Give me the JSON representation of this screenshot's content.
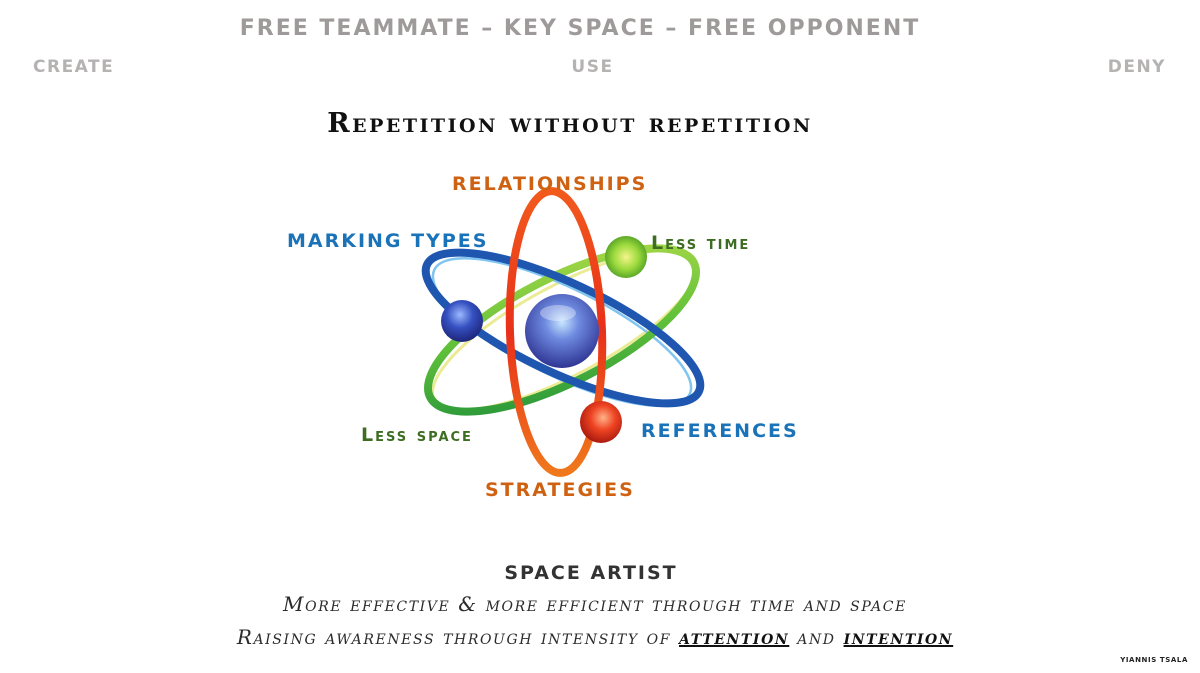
{
  "header": {
    "banner": "FREE TEAMMATE – KEY SPACE – FREE OPPONENT",
    "labels": {
      "create": "CREATE",
      "use": "USE",
      "deny": "DENY"
    }
  },
  "title": "Repetition without repetition",
  "atom": {
    "orbits": {
      "relationships": "RELATIONSHIPS",
      "marking_types": "MARKING TYPES",
      "less_time": "Less time",
      "less_space": "Less space",
      "references": "REFERENCES",
      "strategies": "STRATEGIES"
    },
    "colors": {
      "orange_orbit": "#e8531a",
      "blue_orbit": "#1e5fb4",
      "green_orbit": "#3aa637",
      "yellow_orbit": "#e4e36a",
      "nucleus": "#5a6fd0",
      "blue_electron": "#2c3fae",
      "green_electron": "#8fd63a",
      "red_electron": "#e83a1c"
    }
  },
  "footer": {
    "heading": "SPACE ARTIST",
    "line1": "More effective & more efficient through time and space",
    "line2_prefix": "Raising awareness through intensity of ",
    "line2_em1": "attention",
    "line2_mid": " and ",
    "line2_em2": "intention",
    "author": "YIANNIS TSALA"
  }
}
